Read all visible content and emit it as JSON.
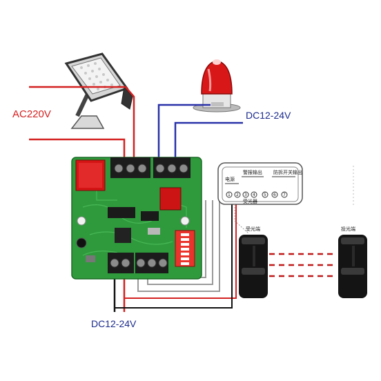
{
  "labels": {
    "ac_power": "AC220V",
    "dc_top": "DC12-24V",
    "dc_bottom": "DC12-24V"
  },
  "connector_box": {
    "top_labels": [
      "警报输出",
      "防拆开关输出"
    ],
    "left_label": "电源",
    "bottom_label": "受光器",
    "terminal_numbers": [
      "1",
      "2",
      "3",
      "4",
      "5",
      "6",
      "7"
    ]
  },
  "sensors": {
    "receiver_label": "受光端",
    "emitter_label": "投光端"
  },
  "colors": {
    "red_wire": "#d42020",
    "blue_wire": "#2830a8",
    "black_wire": "#111111",
    "grey_wire": "#9a9a9a",
    "pcb": "#2e9a3c",
    "beam": "#c01818"
  }
}
